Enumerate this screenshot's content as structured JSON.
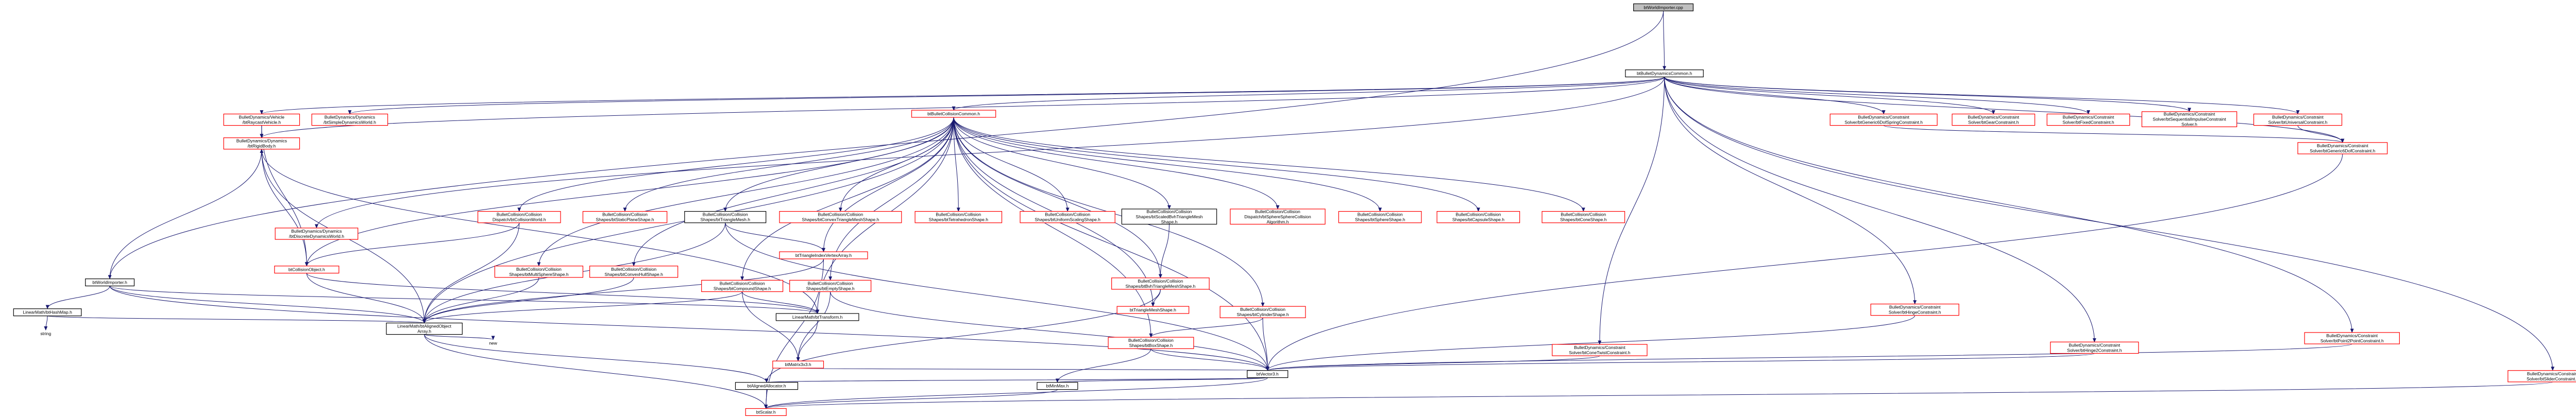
{
  "diagram": {
    "nodes": [
      {
        "id": "root",
        "lines": [
          "btWorldImporter.cpp"
        ],
        "style": "grey"
      },
      {
        "id": "common",
        "lines": [
          "btBulletDynamicsCommon.h"
        ],
        "style": "black"
      },
      {
        "id": "wimp",
        "lines": [
          "btWorldImporter.h"
        ],
        "style": "black"
      },
      {
        "id": "hashmap",
        "lines": [
          "LinearMath/btHashMap.h"
        ],
        "style": "black"
      },
      {
        "id": "string",
        "lines": [
          "string"
        ],
        "style": "plain"
      },
      {
        "id": "raycast",
        "lines": [
          "BulletDynamics/Vehicle",
          "/btRaycastVehicle.h"
        ],
        "style": "red"
      },
      {
        "id": "simpleworld",
        "lines": [
          "BulletDynamics/Dynamics",
          "/btSimpleDynamicsWorld.h"
        ],
        "style": "red"
      },
      {
        "id": "rigidbody",
        "lines": [
          "BulletDynamics/Dynamics",
          "/btRigidBody.h"
        ],
        "style": "red"
      },
      {
        "id": "collcommon",
        "lines": [
          "btBulletCollisionCommon.h"
        ],
        "style": "red"
      },
      {
        "id": "discreteworld",
        "lines": [
          "BulletDynamics/Dynamics",
          "/btDiscreteDynamicsWorld.h"
        ],
        "style": "red"
      },
      {
        "id": "collisionworld",
        "lines": [
          "BulletCollision/Collision",
          "Dispatch/btCollisionWorld.h"
        ],
        "style": "red"
      },
      {
        "id": "staticplane",
        "lines": [
          "BulletCollision/Collision",
          "Shapes/btStaticPlaneShape.h"
        ],
        "style": "red"
      },
      {
        "id": "trimesh",
        "lines": [
          "BulletCollision/Collision",
          "Shapes/btTriangleMesh.h"
        ],
        "style": "black"
      },
      {
        "id": "convextrimesh",
        "lines": [
          "BulletCollision/Collision",
          "Shapes/btConvexTriangleMeshShape.h"
        ],
        "style": "red"
      },
      {
        "id": "tetrahedron",
        "lines": [
          "BulletCollision/Collision",
          "Shapes/btTetrahedronShape.h"
        ],
        "style": "red"
      },
      {
        "id": "uniformscaling",
        "lines": [
          "BulletCollision/Collision",
          "Shapes/btUniformScalingShape.h"
        ],
        "style": "red"
      },
      {
        "id": "scaledbvh",
        "lines": [
          "BulletCollision/Collision",
          "Shapes/btScaledBvhTriangleMesh",
          "Shape.h"
        ],
        "style": "black"
      },
      {
        "id": "spheresphere",
        "lines": [
          "BulletCollision/Collision",
          "Dispatch/btSphereSphereCollision",
          "Algorithm.h"
        ],
        "style": "red"
      },
      {
        "id": "sphereshape",
        "lines": [
          "BulletCollision/Collision",
          "Shapes/btSphereShape.h"
        ],
        "style": "red"
      },
      {
        "id": "capsule",
        "lines": [
          "BulletCollision/Collision",
          "Shapes/btCapsuleShape.h"
        ],
        "style": "red"
      },
      {
        "id": "cone",
        "lines": [
          "BulletCollision/Collision",
          "Shapes/btConeShape.h"
        ],
        "style": "red"
      },
      {
        "id": "generic6dofspring",
        "lines": [
          "BulletDynamics/Constraint",
          "Solver/btGeneric6DofSpringConstraint.h"
        ],
        "style": "red"
      },
      {
        "id": "gear",
        "lines": [
          "BulletDynamics/Constraint",
          "Solver/btGearConstraint.h"
        ],
        "style": "red"
      },
      {
        "id": "fixed",
        "lines": [
          "BulletDynamics/Constraint",
          "Solver/btFixedConstraint.h"
        ],
        "style": "red"
      },
      {
        "id": "seqimpulse",
        "lines": [
          "BulletDynamics/Constraint",
          "Solver/btSequentialImpulseConstraint",
          "Solver.h"
        ],
        "style": "red"
      },
      {
        "id": "universal",
        "lines": [
          "BulletDynamics/Constraint",
          "Solver/btUniversalConstraint.h"
        ],
        "style": "red"
      },
      {
        "id": "generic6dof",
        "lines": [
          "BulletDynamics/Constraint",
          "Solver/btGeneric6DofConstraint.h"
        ],
        "style": "red"
      },
      {
        "id": "collobject",
        "lines": [
          "btCollisionObject.h"
        ],
        "style": "red"
      },
      {
        "id": "multisphere",
        "lines": [
          "BulletCollision/Collision",
          "Shapes/btMultiSphereShape.h"
        ],
        "style": "red"
      },
      {
        "id": "convexhull",
        "lines": [
          "BulletCollision/Collision",
          "Shapes/btConvexHullShape.h"
        ],
        "style": "red"
      },
      {
        "id": "trivertex",
        "lines": [
          "btTriangleIndexVertexArray.h"
        ],
        "style": "red"
      },
      {
        "id": "compound",
        "lines": [
          "BulletCollision/Collision",
          "Shapes/btCompoundShape.h"
        ],
        "style": "red"
      },
      {
        "id": "empty",
        "lines": [
          "BulletCollision/Collision",
          "Shapes/btEmptyShape.h"
        ],
        "style": "red"
      },
      {
        "id": "bvhtrimesh",
        "lines": [
          "BulletCollision/Collision",
          "Shapes/btBvhTriangleMeshShape.h"
        ],
        "style": "red"
      },
      {
        "id": "cylinder",
        "lines": [
          "BulletCollision/Collision",
          "Shapes/btCylinderShape.h"
        ],
        "style": "red"
      },
      {
        "id": "box",
        "lines": [
          "BulletCollision/Collision",
          "Shapes/btBoxShape.h"
        ],
        "style": "red"
      },
      {
        "id": "trimeshshape",
        "lines": [
          "btTriangleMeshShape.h"
        ],
        "style": "red"
      },
      {
        "id": "alignedarray",
        "lines": [
          "LinearMath/btAlignedObject",
          "Array.h"
        ],
        "style": "black"
      },
      {
        "id": "transform",
        "lines": [
          "LinearMath/btTransform.h"
        ],
        "style": "black"
      },
      {
        "id": "new",
        "lines": [
          "new"
        ],
        "style": "plain"
      },
      {
        "id": "matrix",
        "lines": [
          "btMatrix3x3.h"
        ],
        "style": "red"
      },
      {
        "id": "vector",
        "lines": [
          "btVector3.h"
        ],
        "style": "black"
      },
      {
        "id": "allocator",
        "lines": [
          "btAlignedAllocator.h"
        ],
        "style": "black"
      },
      {
        "id": "minmax",
        "lines": [
          "btMinMax.h"
        ],
        "style": "black"
      },
      {
        "id": "scalar",
        "lines": [
          "btScalar.h"
        ],
        "style": "red"
      },
      {
        "id": "hinge",
        "lines": [
          "BulletDynamics/Constraint",
          "Solver/btHingeConstraint.h"
        ],
        "style": "red"
      },
      {
        "id": "conetwist",
        "lines": [
          "BulletDynamics/Constraint",
          "Solver/btConeTwistConstraint.h"
        ],
        "style": "red"
      },
      {
        "id": "hinge2",
        "lines": [
          "BulletDynamics/Constraint",
          "Solver/btHinge2Constraint.h"
        ],
        "style": "red"
      },
      {
        "id": "point2point",
        "lines": [
          "BulletDynamics/Constraint",
          "Solver/btPoint2PointConstraint.h"
        ],
        "style": "red"
      },
      {
        "id": "slider",
        "lines": [
          "BulletDynamics/Constraint",
          "Solver/btSliderConstraint.h"
        ],
        "style": "red"
      }
    ]
  }
}
